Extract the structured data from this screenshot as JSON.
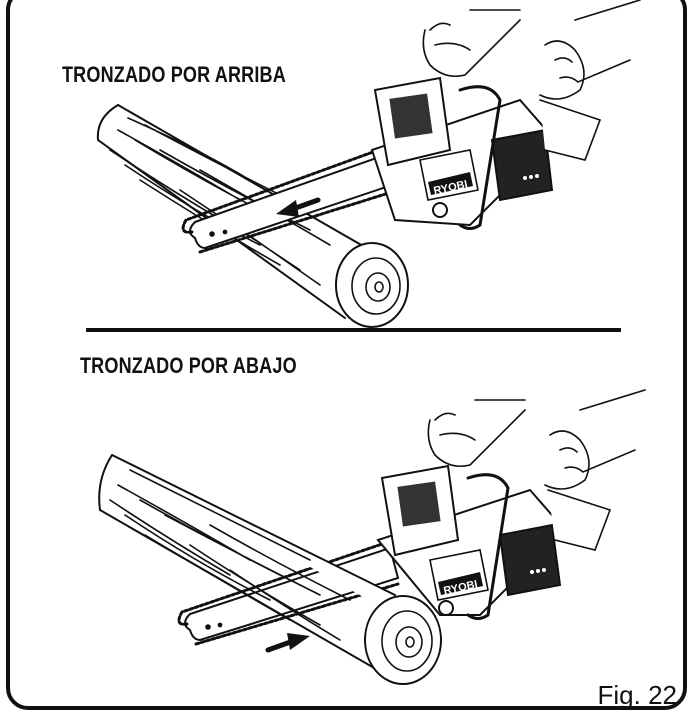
{
  "top_heading": "TRONZADO POR ARRIBA",
  "bottom_heading": "TRONZADO POR ABAJO",
  "figure_label": "Fig. 22",
  "brand_label": "RYOBI",
  "colors": {
    "ink": "#111111",
    "paper": "#ffffff"
  }
}
